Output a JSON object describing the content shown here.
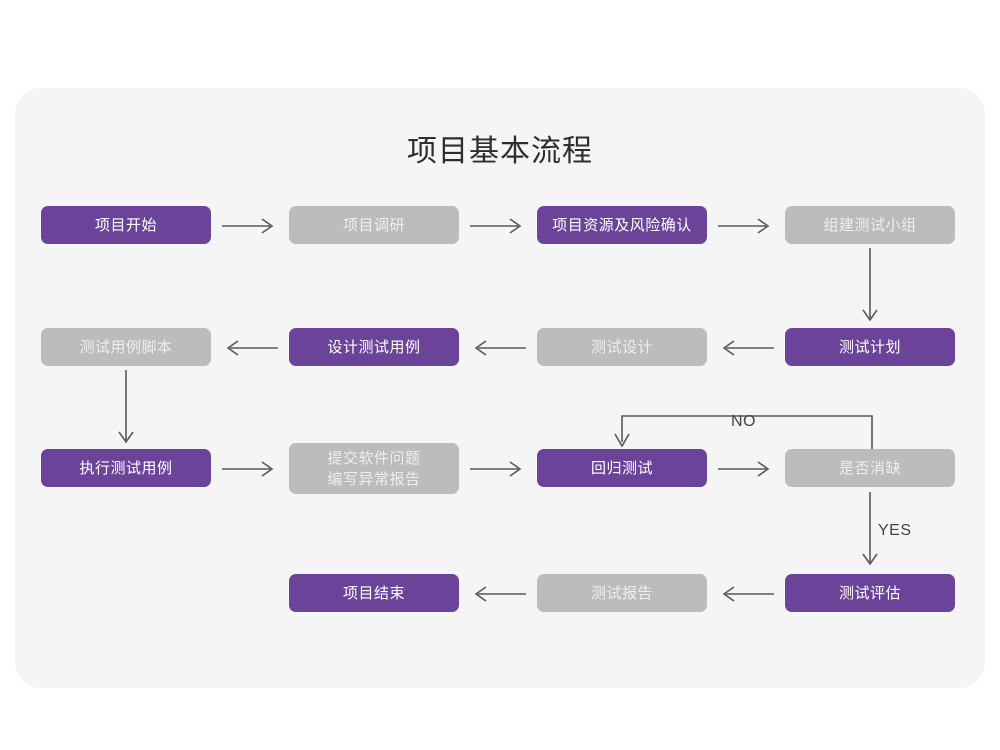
{
  "page": {
    "background": "#ffffff",
    "card_background": "#f5f5f6"
  },
  "title": "项目基本流程",
  "colors": {
    "purple": "#6b4398",
    "gray": "#bcbcbc",
    "purple_text": "#ffffff",
    "gray_text": "#eeeeee",
    "connector": "#595959",
    "title_text": "#2e2e2e"
  },
  "nodes": [
    {
      "id": "n1",
      "label": "项目开始",
      "style": "purple",
      "row": 1,
      "col": 1
    },
    {
      "id": "n2",
      "label": "项目调研",
      "style": "gray",
      "row": 1,
      "col": 2
    },
    {
      "id": "n3",
      "label": "项目资源及风险确认",
      "style": "purple",
      "row": 1,
      "col": 3
    },
    {
      "id": "n4",
      "label": "组建测试小组",
      "style": "gray",
      "row": 1,
      "col": 4
    },
    {
      "id": "n5",
      "label": "测试用例脚本",
      "style": "gray",
      "row": 2,
      "col": 1
    },
    {
      "id": "n6",
      "label": "设计测试用例",
      "style": "purple",
      "row": 2,
      "col": 2
    },
    {
      "id": "n7",
      "label": "测试设计",
      "style": "gray",
      "row": 2,
      "col": 3
    },
    {
      "id": "n8",
      "label": "测试计划",
      "style": "purple",
      "row": 2,
      "col": 4
    },
    {
      "id": "n9",
      "label": "执行测试用例",
      "style": "purple",
      "row": 3,
      "col": 1
    },
    {
      "id": "n10",
      "label": "提交软件问题\n编写异常报告",
      "style": "gray",
      "row": 3,
      "col": 2
    },
    {
      "id": "n11",
      "label": "回归测试",
      "style": "purple",
      "row": 3,
      "col": 3
    },
    {
      "id": "n12",
      "label": "是否消缺",
      "style": "gray",
      "row": 3,
      "col": 4
    },
    {
      "id": "n13",
      "label": "项目结束",
      "style": "purple",
      "row": 4,
      "col": 2
    },
    {
      "id": "n14",
      "label": "测试报告",
      "style": "gray",
      "row": 4,
      "col": 3
    },
    {
      "id": "n15",
      "label": "测试评估",
      "style": "purple",
      "row": 4,
      "col": 4
    }
  ],
  "edge_labels": {
    "no": "NO",
    "yes": "YES"
  }
}
